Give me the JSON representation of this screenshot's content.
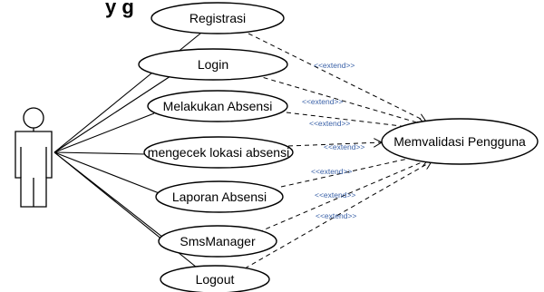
{
  "diagram": {
    "title_fragment": "y    g",
    "use_cases": [
      {
        "label": "Registrasi"
      },
      {
        "label": "Login"
      },
      {
        "label": "Melakukan Absensi"
      },
      {
        "label": "mengecek lokasi absensi"
      },
      {
        "label": "Laporan Absensi"
      },
      {
        "label": "SmsManager"
      },
      {
        "label": "Logout"
      }
    ],
    "target_use_case": {
      "label": "Memvalidasi Pengguna"
    },
    "extend_labels": [
      "<<extend>>",
      "<<extend>>",
      "<<extend>>",
      "<<extend>>",
      "<<extend>>",
      "<<extend>>",
      "<<extend>>"
    ]
  }
}
